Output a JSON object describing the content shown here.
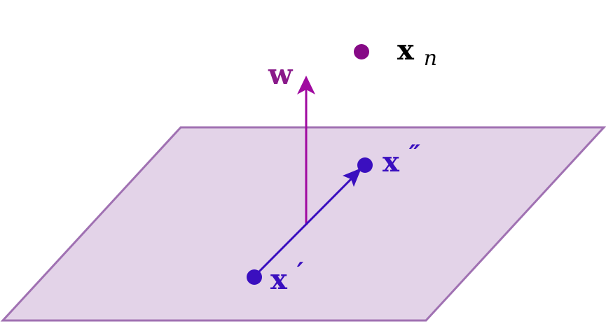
{
  "colors": {
    "plane_fill": "#e3d3e8",
    "plane_stroke": "#a071b2",
    "normal_vector": "#a00aa0",
    "normal_label": "#8a1a8a",
    "in_plane_vector": "#3a0fbf",
    "in_plane_points": "#3a0fbf",
    "outside_point": "#860a86",
    "outside_label": "#000000"
  },
  "labels": {
    "w": "w",
    "x_n_base": "x",
    "x_n_sub": "n",
    "x_prime_base": "x",
    "x_prime_mark": "′",
    "x_double_prime_base": "x",
    "x_double_prime_mark": "″"
  },
  "icons": {
    "normal_arrow": "arrow-up-icon",
    "in_plane_arrow": "arrow-diagonal-icon"
  }
}
